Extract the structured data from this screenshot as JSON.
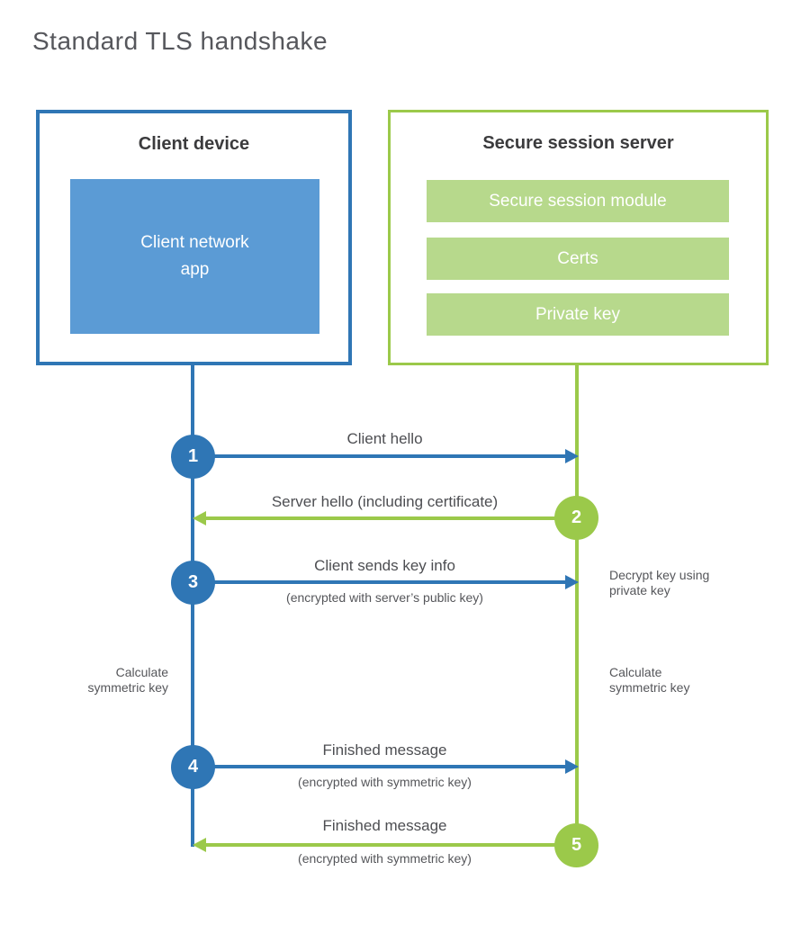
{
  "colors": {
    "blue_main": "#2F76B5",
    "blue_fill": "#5B9BD5",
    "green_main": "#9BC94A",
    "green_fill": "#B7D98C",
    "title_text": "#56575C",
    "heading_text": "#3B3B3D",
    "label_text": "#4D4E52",
    "sub_text": "#55565A",
    "white": "#FFFFFF"
  },
  "title": "Standard TLS handshake",
  "client": {
    "title": "Client device",
    "app_label": "Client network\napp"
  },
  "server": {
    "title": "Secure session server",
    "modules": [
      "Secure session module",
      "Certs",
      "Private key"
    ]
  },
  "messages": [
    {
      "step": "1",
      "label": "Client hello",
      "sublabel": "",
      "direction": "client-to-server"
    },
    {
      "step": "2",
      "label": "Server hello (including certificate)",
      "sublabel": "",
      "direction": "server-to-client"
    },
    {
      "step": "3",
      "label": "Client sends key info",
      "sublabel": "(encrypted with server’s public key)",
      "direction": "client-to-server"
    },
    {
      "step": "4",
      "label": "Finished message",
      "sublabel": "(encrypted with symmetric key)",
      "direction": "client-to-server"
    },
    {
      "step": "5",
      "label": "Finished message",
      "sublabel": "(encrypted with symmetric key)",
      "direction": "server-to-client"
    }
  ],
  "annotations": {
    "decrypt": "Decrypt key using\nprivate key",
    "calculate_left": "Calculate\nsymmetric key",
    "calculate_right": "Calculate\nsymmetric key"
  }
}
